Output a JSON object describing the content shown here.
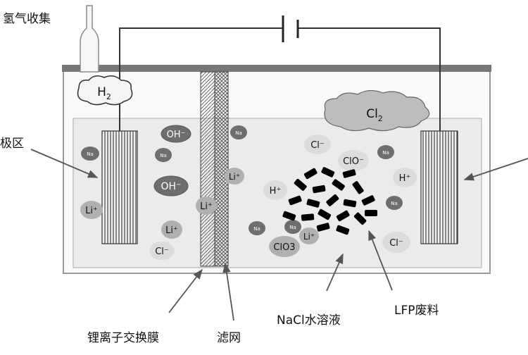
{
  "labels": {
    "hydrogen_collection": "氢气收集",
    "cathode_region_partial": "极区",
    "membrane": "锂离子交换膜",
    "filter_mesh": "滤网",
    "electrolyte": "NaCl水溶液",
    "lfp_waste": "LFP废料"
  },
  "gases": {
    "h2": "H2",
    "cl2": "Cl2"
  },
  "ions": {
    "oh_top": "OH⁻",
    "oh_mid": "OH⁻",
    "na_1": "Na",
    "na_2": "Na",
    "na_3": "Na",
    "na_4": "Na",
    "na_5": "Na",
    "na_6": "Na",
    "na_7": "Na",
    "li_1": "Li⁺",
    "li_2": "Li⁺",
    "li_3": "Li⁺",
    "li_4": "Li⁺",
    "li_5": "Li⁺",
    "cl_1": "Cl⁻",
    "cl_2": "Cl⁻",
    "cl_3": "Cl⁻",
    "clo": "ClO⁻",
    "clo3": "ClO3",
    "h_1": "H⁺",
    "h_2": "H⁺"
  },
  "colors": {
    "dark_ion": "#6e6e6e",
    "mid_ion": "#b0b0b0",
    "light_ion": "#dcdcdc",
    "solution": "#ebebeb",
    "lid": "#777777",
    "particle": "#000000"
  }
}
